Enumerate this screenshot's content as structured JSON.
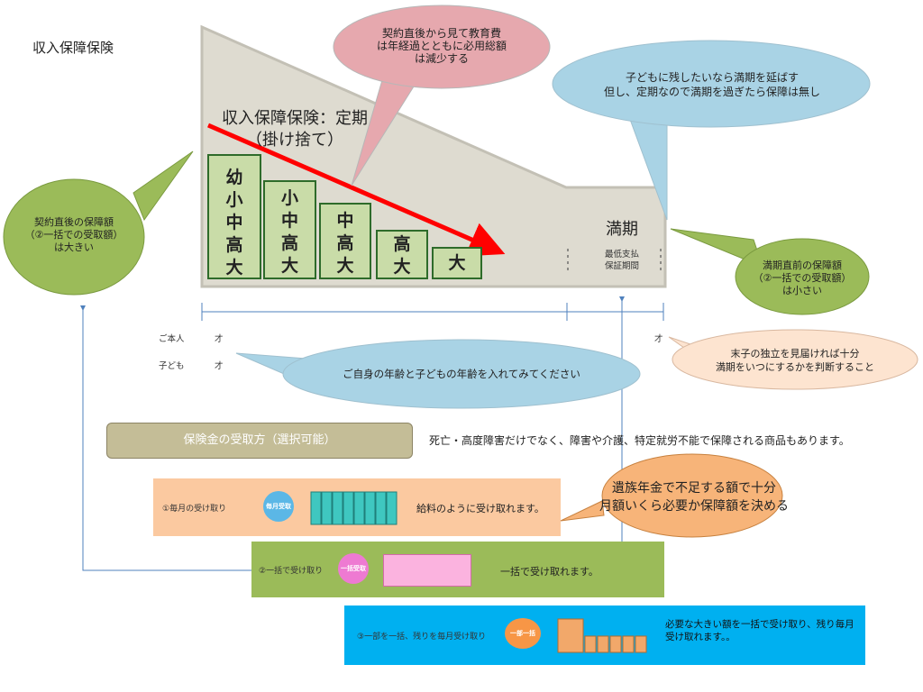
{
  "page_title": "収入保障保険",
  "chart": {
    "product_title": "収入保障保険：定期",
    "product_subtitle": "（掛け捨て）",
    "stages": [
      [
        "幼",
        "小",
        "中",
        "高",
        "大"
      ],
      [
        "小",
        "中",
        "高",
        "大"
      ],
      [
        "中",
        "高",
        "大"
      ],
      [
        "高",
        "大"
      ],
      [
        "大"
      ]
    ],
    "maturity_label": "満期",
    "maturity_sub": [
      "最低支払",
      "保証期間"
    ]
  },
  "bubbles": {
    "education": [
      "契約直後から見て教育費",
      "は年経過とともに必用総額",
      "は減少する"
    ],
    "extend": [
      "子どもに残したいなら満期を延ばす",
      "但し、定期なので満期を過ぎたら保障は無し"
    ],
    "initial": [
      "契約直後の保障額",
      "（②一括での受取額）",
      "は大きい"
    ],
    "final": [
      "満期直前の保障額",
      "（②一括での受取額）",
      "は小さい"
    ],
    "age_input": [
      "ご自身の年齢と子どもの年齢を入れてみてください"
    ],
    "youngest": [
      "末子の独立を見届ければ十分",
      "満期をいつにするかを判断すること"
    ],
    "pension": [
      "遺族年金で不足する額で十分",
      "月額いくら必要か保障額を決める"
    ]
  },
  "ages": {
    "self_label": "ご本人",
    "child_label": "子ども",
    "unit": "才"
  },
  "payout": {
    "header": "保険金の受取方（選択可能）",
    "note": "死亡・高度障害だけでなく、障害や介護、特定就労不能で保障される商品もあります。",
    "methods": [
      {
        "label": "①毎月の受け取り",
        "tag": "毎月受取",
        "desc": "給料のように受け取れます。",
        "color": "#fbc9a0",
        "tag_color": "#5bb7e6"
      },
      {
        "label": "②一括で受け取り",
        "tag": "一括受取",
        "desc": "一括で受け取れます。",
        "color": "#9bbb59",
        "tag_color": "#ee7ad2"
      },
      {
        "label": "③一部を一括、残りを毎月受け取り",
        "tag": "一部一括",
        "desc": "必要な大きい額を一括で受け取り、残り毎月受け取れます。。",
        "color": "#00b0f0",
        "tag_color": "#f79646"
      }
    ]
  },
  "colors": {
    "chart_bg": "#dedbd0",
    "stage_fill": "#c9dca8",
    "arrow": "#ff0000",
    "pink_bubble": "#e6a8ae",
    "blue_bubble": "#a9d3e5",
    "green_bubble": "#9bbb59",
    "peach_bubble": "#fde4d0",
    "orange_bubble": "#f7b479",
    "header_btn": "#c4bd97"
  }
}
